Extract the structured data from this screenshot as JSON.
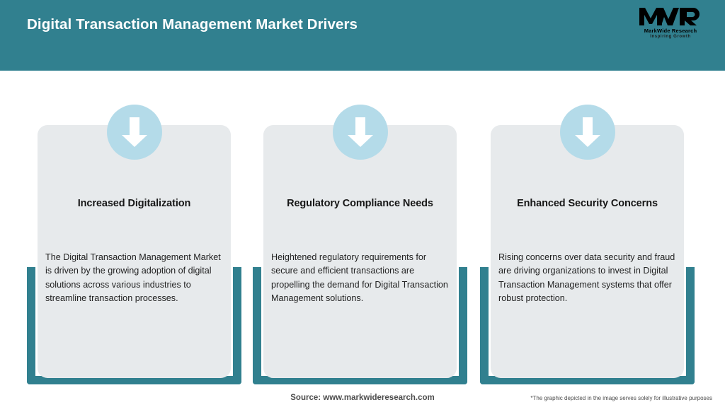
{
  "header": {
    "title": "Digital Transaction Management Market Drivers",
    "background_color": "#31808f",
    "logo": {
      "mark": "MWR",
      "name": "MarkWide Research",
      "tagline": "Inspiring Growth"
    }
  },
  "colors": {
    "accent_teal": "#31808f",
    "card_background": "#e7eaec",
    "icon_circle": "#b4dbe9",
    "page_background": "#ffffff",
    "heading_text": "#171717",
    "body_text": "#222222"
  },
  "cards": [
    {
      "icon": "arrow-down-icon",
      "heading": "Increased Digitalization",
      "body": "The Digital Transaction Management Market is driven by the growing adoption of digital solutions across various industries to streamline transaction processes."
    },
    {
      "icon": "arrow-down-icon",
      "heading": "Regulatory Compliance Needs",
      "body": "Heightened regulatory requirements for secure and efficient transactions are propelling the demand for Digital Transaction Management solutions."
    },
    {
      "icon": "arrow-down-icon",
      "heading": "Enhanced Security Concerns",
      "body": "Rising concerns over data security and fraud are driving organizations to invest in Digital Transaction Management systems that offer robust protection."
    }
  ],
  "footer": {
    "source": "Source: www.markwideresearch.com",
    "disclaimer": "*The graphic depicted in the image serves solely for illustrative purposes"
  }
}
